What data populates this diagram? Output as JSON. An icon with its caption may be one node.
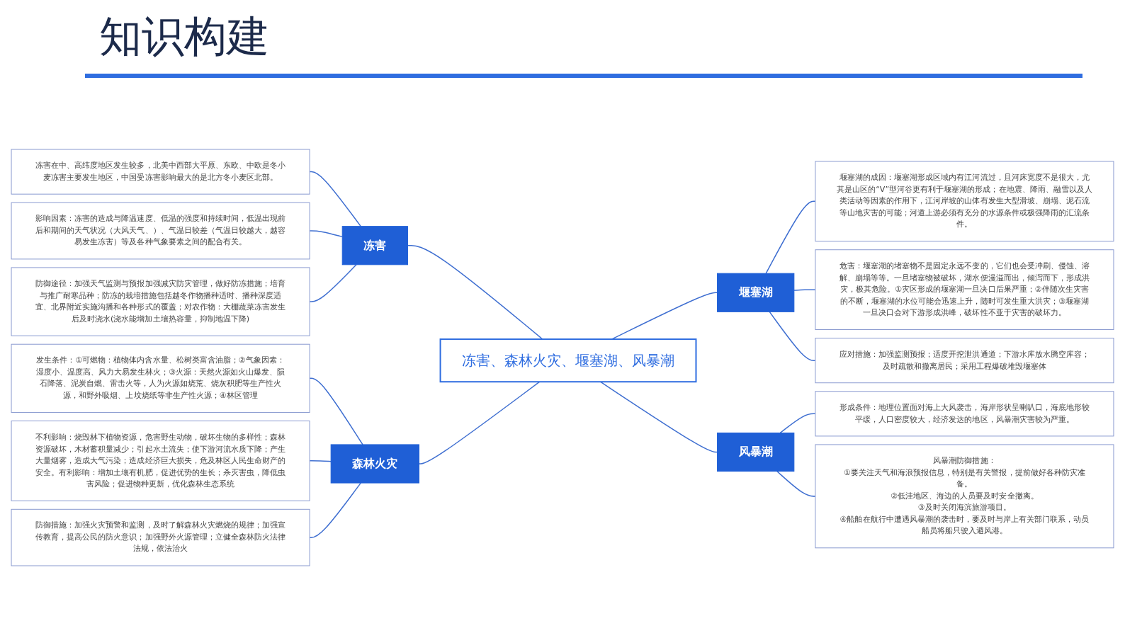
{
  "diagram": {
    "title": "知识构建",
    "nodes": [
      {
        "text": [
          "冻害、森林火灾、堰塞湖、风暴潮"
        ]
      },
      {
        "text": [
          "冻害"
        ]
      },
      {
        "text": [
          "冻害在中、高纬度地区发生较多，北美中西部大平原、东欧、中欧是冬小麦冻害主要发生地区，中国受冻害影响最大的是北方冬小麦区北部。"
        ]
      },
      {
        "text": [
          "影响因素：冻害的造成与降温速度、低温的强度和持续时间，低温出现前后和期间的天气状况（大风天气、）、气温日较差（气温日较越大，越容易发生冻害）等及各种气象要素之间的配合有关。"
        ]
      },
      {
        "text": [
          "防御途径：加强天气监测与预报加强减灾防灾管理，做好防冻措施；培育与推广耐寒品种；防冻的栽培措施包括越冬作物播种适时、播种深度适宜、北界附近实施沟播和各种形式的覆盖；对农作物：大棚蔬菜冻害发生后及时浇水(浇水能增加土壤热容量，抑制地温下降)"
        ]
      },
      {
        "text": [
          "森林火灾"
        ]
      },
      {
        "text": [
          "发生条件：①可燃物：植物体内含水量、松树类富含油脂；②气象因素：湿度小、温度高、风力大易发生林火；③火源：天然火源如火山爆发、陨石降落、泥炭自燃、雷击火等，人为火源如烧荒、烧灰积肥等生产性火源，和野外吸烟、上坟烧纸等非生产性火源；④林区管理"
        ]
      },
      {
        "text": [
          "不利影响：烧毁林下植物资源，危害野生动物，破坏生物的多样性；森林资源破坏，木材蓄积量减少；引起水土流失；使下游河流水质下降；产生大量烟雾，造成大气污染；造成经济巨大损失，危及林区人民生命财产的安全。有利影响：增加土壤有机肥，促进优势的生长；杀灭害虫，降低虫害风险；促进物种更新，优化森林生态系统"
        ]
      },
      {
        "text": [
          "防御措施：加强火灾预警和监测，及时了解森林火灾燃烧的规律；加强宣传教育，提高公民的防火意识；加强野外火源管理；立健全森林防火法律法规，依法治火"
        ]
      },
      {
        "text": [
          "堰塞湖"
        ]
      },
      {
        "text": [
          "堰塞湖的成因：堰塞湖形成区域内有江河流过，且河床宽度不是很大，尤其是山区的“V”型河谷更有利于堰塞湖的形成；在地震、降雨、融雪以及人类活动等因素的作用下，江河岸坡的山体有发生大型滑坡、崩塌、泥石流等山地灾害的可能；河道上游必须有充分的水源条件或极强降雨的汇流条件。"
        ]
      },
      {
        "text": [
          "危害：堰塞湖的堵塞物不是固定永远不变的，它们也会受冲刷、侵蚀、溶解、崩塌等等。一旦堵塞物被破坏，湖水便漫溢而出，倾泻而下，形成洪灾，极其危险。①灾区形成的堰塞湖一旦决口后果严重；②伴随次生灾害的不断，堰塞湖的水位可能会迅速上升，随时可发生重大洪灾；③堰塞湖一旦决口会对下游形成洪峰，破坏性不亚于灾害的破坏力。"
        ]
      },
      {
        "text": [
          "应对措施：加强监测预报；适度开挖泄洪通道；下游水库放水腾空库容；及时疏散和撤离居民；采用工程爆破堆毁堰塞体"
        ]
      },
      {
        "text": [
          "风暴潮"
        ]
      },
      {
        "text": [
          "形成条件：地理位置面对海上大风袭击，海岸形状呈喇叭口，海底地形较平缓，人口密度较大，经济发达的地区，风暴潮灾害较为严重。"
        ]
      },
      {
        "text": [
          "风暴潮防御措施：",
          "①要关注天气和海浪预报信息，特别是有关警报，提前做好各种防灾准备。",
          "②低洼地区、海边的人员要及时安全撤离。",
          "③及时关闭海滨旅游项目。",
          "④船舶在航行中遭遇风暴潮的袭击时，要及时与岸上有关部门联系，动员船员将船只驶入避风港。"
        ]
      }
    ],
    "edges": [
      {
        "from": 1,
        "to": 0,
        "arrow": "none"
      },
      {
        "from": 2,
        "to": 1,
        "arrow": "none"
      },
      {
        "from": 3,
        "to": 1,
        "arrow": "none"
      },
      {
        "from": 4,
        "to": 1,
        "arrow": "none"
      },
      {
        "from": 5,
        "to": 0,
        "arrow": "none"
      },
      {
        "from": 6,
        "to": 5,
        "arrow": "none"
      },
      {
        "from": 7,
        "to": 5,
        "arrow": "none"
      },
      {
        "from": 8,
        "to": 5,
        "arrow": "none"
      },
      {
        "from": 0,
        "to": 9,
        "arrow": "none"
      },
      {
        "from": 9,
        "to": 10,
        "arrow": "none"
      },
      {
        "from": 9,
        "to": 11,
        "arrow": "none"
      },
      {
        "from": 9,
        "to": 12,
        "arrow": "none"
      },
      {
        "from": 0,
        "to": 13,
        "arrow": "none"
      },
      {
        "from": 13,
        "to": 14,
        "arrow": "none"
      },
      {
        "from": 13,
        "to": 15,
        "arrow": "none"
      }
    ]
  }
}
